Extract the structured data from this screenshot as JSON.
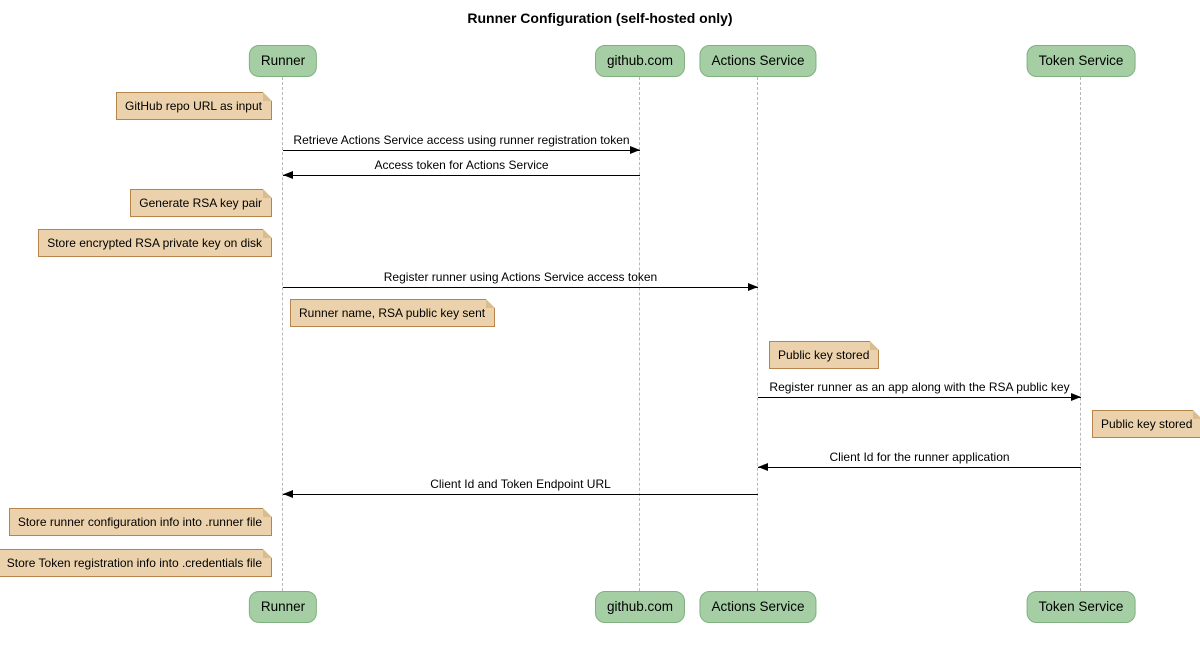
{
  "title": "Runner Configuration (self-hosted only)",
  "colors": {
    "participant_fill": "#A5CEA5",
    "participant_border": "#7FB17F",
    "note_fill": "#EBD2AC",
    "note_border": "#B5854B",
    "note_fold": "#D9BD8F",
    "lifeline": "#B8B8B8",
    "message": "#000000"
  },
  "participants": [
    {
      "id": "runner",
      "label": "Runner"
    },
    {
      "id": "github",
      "label": "github.com"
    },
    {
      "id": "actions",
      "label": "Actions Service"
    },
    {
      "id": "token",
      "label": "Token Service"
    }
  ],
  "notes": [
    {
      "text": "GitHub repo URL as input",
      "position": "left of Runner"
    },
    {
      "text": "Generate RSA key pair",
      "position": "left of Runner"
    },
    {
      "text": "Store encrypted RSA private key on disk",
      "position": "left of Runner"
    },
    {
      "text": "Runner name, RSA public key sent",
      "position": "right of Runner"
    },
    {
      "text": "Public key stored",
      "position": "right of Actions Service"
    },
    {
      "text": "Public key stored",
      "position": "right of Token Service"
    },
    {
      "text": "Store runner configuration info into .runner file",
      "position": "left of Runner"
    },
    {
      "text": "Store Token registration info into .credentials file",
      "position": "left of Runner"
    }
  ],
  "messages": [
    {
      "text": "Retrieve Actions Service access using runner registration token",
      "from": "Runner",
      "to": "github.com"
    },
    {
      "text": "Access token for Actions Service",
      "from": "github.com",
      "to": "Runner"
    },
    {
      "text": "Register runner using Actions Service access token",
      "from": "Runner",
      "to": "Actions Service"
    },
    {
      "text": "Register runner as an app along with the RSA public key",
      "from": "Actions Service",
      "to": "Token Service"
    },
    {
      "text": "Client Id for the runner application",
      "from": "Token Service",
      "to": "Actions Service"
    },
    {
      "text": "Client Id and Token Endpoint URL",
      "from": "Actions Service",
      "to": "Runner"
    }
  ]
}
